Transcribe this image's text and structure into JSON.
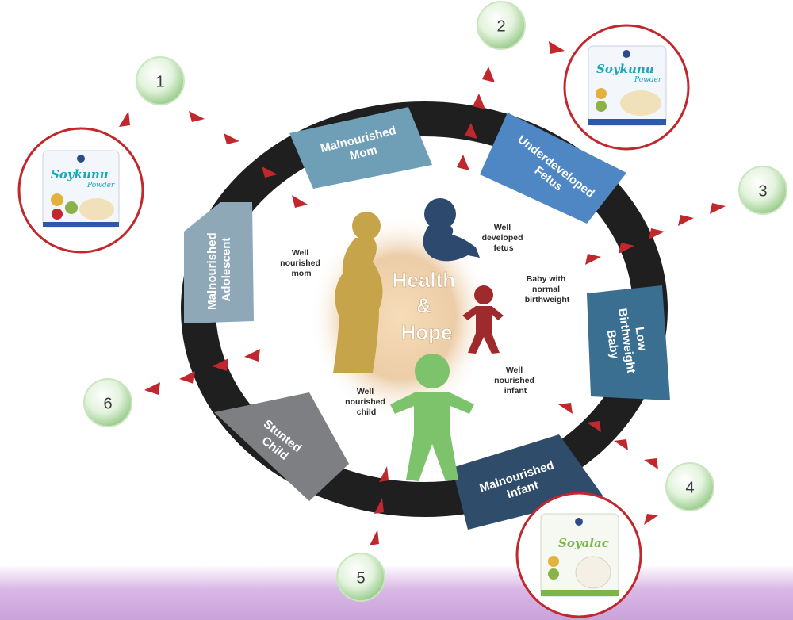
{
  "diagram": {
    "center": {
      "title_line1": "Health",
      "title_line2": "&",
      "title_line3": "Hope"
    },
    "cycle_segments": [
      {
        "line1": "Malnourished",
        "line2": "Mom",
        "color": "#6e9fb6"
      },
      {
        "line1": "Underdeveloped",
        "line2": "Fetus",
        "color": "#4f87c4"
      },
      {
        "line1": "Low",
        "line2": "Birthweight",
        "line3": "Baby",
        "color": "#3b6f91"
      },
      {
        "line1": "Malnourished",
        "line2": "Infant",
        "color": "#2f4c6b"
      },
      {
        "line1": "Stunted",
        "line2": "Child",
        "color": "#7d7f83"
      },
      {
        "line1": "Malnourished",
        "line2": "Adolescent",
        "color": "#8fa8b8"
      }
    ],
    "figure_labels": [
      {
        "line1": "Well",
        "line2": "nourished",
        "line3": "mom"
      },
      {
        "line1": "Well",
        "line2": "developed",
        "line3": "fetus"
      },
      {
        "line1": "Baby with",
        "line2": "normal",
        "line3": "birthweight"
      },
      {
        "line1": "Well",
        "line2": "nourished",
        "line3": "infant"
      },
      {
        "line1": "Well",
        "line2": "nourished",
        "line3": "child"
      }
    ],
    "intervention_numbers": [
      "1",
      "2",
      "3",
      "4",
      "5",
      "6"
    ],
    "products": [
      {
        "title": "Soykunu",
        "subtitle": "Powder"
      },
      {
        "title": "Soykunu",
        "subtitle": "Powder"
      },
      {
        "title": "Soyalac",
        "subtitle": ""
      }
    ],
    "colors": {
      "ring": "#1f1f1f",
      "arrow_red": "#c0282d",
      "mom_figure": "#c6a44a",
      "fetus_figure": "#2d4a6e",
      "baby_figure": "#9e2a2b",
      "child_figure": "#7cc36b",
      "glow": "#e8c9a0",
      "bubble": "#d6efcf"
    }
  }
}
